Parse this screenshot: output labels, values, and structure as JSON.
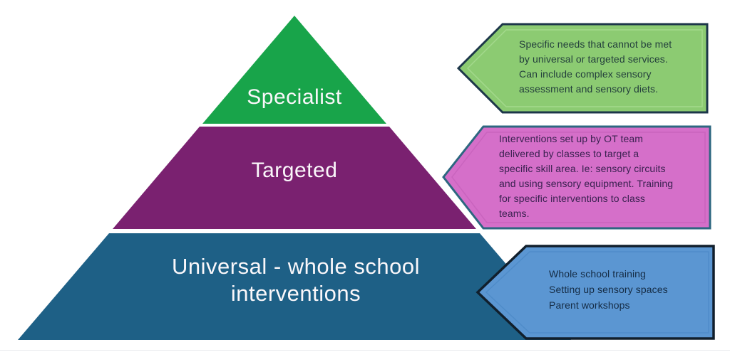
{
  "pyramid": {
    "tiers": [
      {
        "id": "specialist",
        "label": "Specialist",
        "color": "#18A44A"
      },
      {
        "id": "targeted",
        "label": "Targeted",
        "color": "#7A2170"
      },
      {
        "id": "universal",
        "label": "Universal - whole school\ninterventions",
        "color": "#1E6086"
      }
    ]
  },
  "callouts": [
    {
      "id": "specialist-callout",
      "text": "Specific needs that cannot be met\nby universal or targeted services.\nCan include complex sensory\nassessment and sensory diets.",
      "fill": "#8CCB72",
      "border": "#1C3649",
      "inner_line": "#A3D98C"
    },
    {
      "id": "targeted-callout",
      "text": "Interventions set up by OT team\ndelivered by classes to target a\nspecific skill area. Ie: sensory circuits\nand using sensory equipment. Training\nfor specific interventions to class\nteams.",
      "fill": "#D56FC9",
      "border": "#2D6780",
      "inner_line": "#C964BE"
    },
    {
      "id": "universal-callout",
      "text": "Whole school training\nSetting up sensory spaces\nParent workshops",
      "fill": "#5B96D2",
      "border": "#111F2C",
      "inner_line": "#4F8CC9"
    }
  ]
}
